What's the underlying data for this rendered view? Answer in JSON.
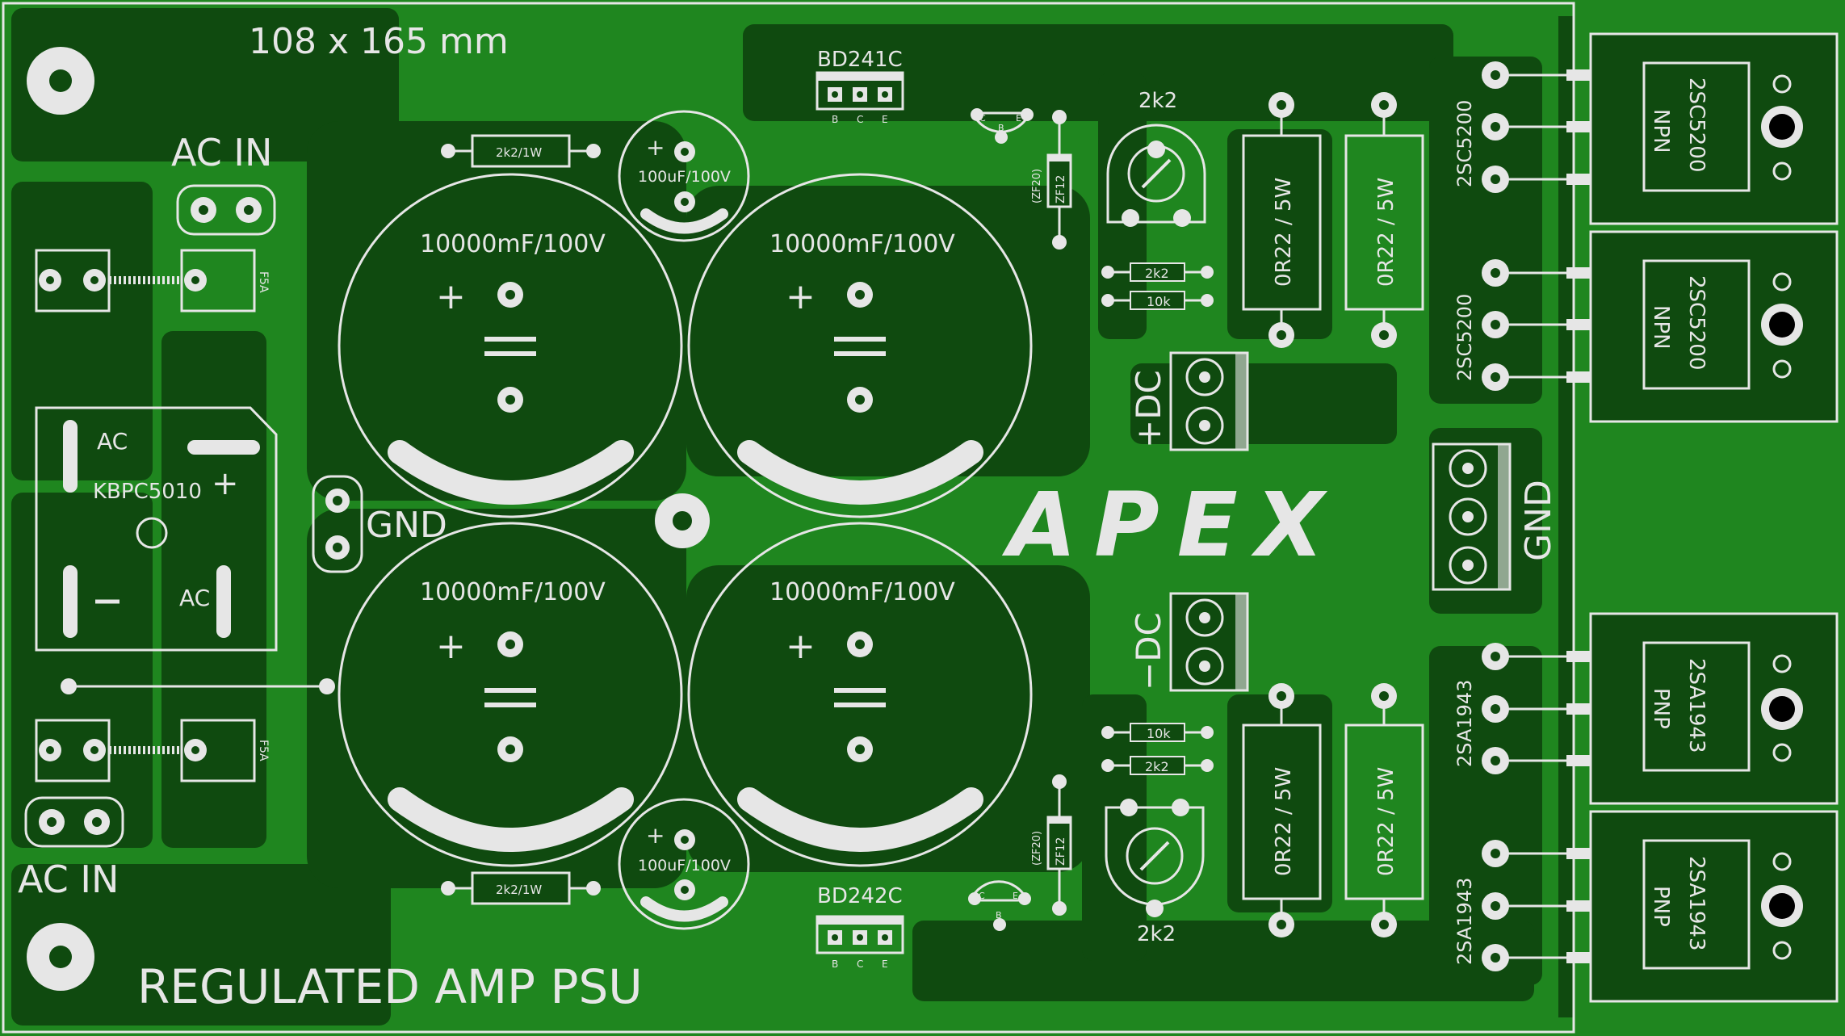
{
  "board": {
    "dimensions": "108 x 165 mm",
    "title": "REGULATED AMP PSU",
    "logo": "APEX"
  },
  "labels": {
    "ac_in_top": "AC IN",
    "ac_in_bottom": "AC IN",
    "gnd_left": "GND",
    "gnd_right": "GND",
    "dc_pos": "+DC",
    "dc_neg": "−DC"
  },
  "bridge": {
    "part": "KBPC5010",
    "ac_top": "AC",
    "ac_bottom": "AC",
    "plus": "+",
    "minus": "−"
  },
  "fuses": {
    "top": "F5A",
    "bottom": "F5A"
  },
  "capacitors": {
    "big": [
      "10000mF/100V",
      "10000mF/100V",
      "10000mF/100V",
      "10000mF/100V"
    ],
    "small_top": "100uF/100V",
    "small_bottom": "100uF/100V",
    "plus": "+"
  },
  "resistors": {
    "r_top": "2k2/1W",
    "r_bottom": "2k2/1W",
    "r2k2_top": "2k2",
    "r10k_top": "10k",
    "r10k_bottom": "10k",
    "r2k2_bottom": "2k2",
    "power": [
      "0R22 / 5W",
      "0R22 / 5W",
      "0R22 / 5W",
      "0R22 / 5W"
    ]
  },
  "zeners": {
    "top": "ZF12",
    "top_alt": "(ZF20)",
    "bottom": "ZF12",
    "bottom_alt": "(ZF20)"
  },
  "trimmers": {
    "top": "2k2",
    "bottom": "2k2"
  },
  "drivers": {
    "top": "BD241C",
    "bottom": "BD242C",
    "pins": [
      "B",
      "C",
      "E"
    ]
  },
  "small_transistor_pins": {
    "c": "C",
    "b": "B",
    "e": "E"
  },
  "output_transistors": {
    "npn": [
      {
        "part": "2SC5200",
        "type": "NPN",
        "silk": "2SC5200"
      },
      {
        "part": "2SC5200",
        "type": "NPN",
        "silk": "2SC5200"
      }
    ],
    "pnp": [
      {
        "part": "2SA1943",
        "type": "PNP",
        "silk": "2SA1943"
      },
      {
        "part": "2SA1943",
        "type": "PNP",
        "silk": "2SA1943"
      }
    ]
  },
  "colors": {
    "board_dark": "#0f4a0f",
    "copper": "#1f861f",
    "silk": "#e6e6e6",
    "pad": "#ffffff"
  }
}
